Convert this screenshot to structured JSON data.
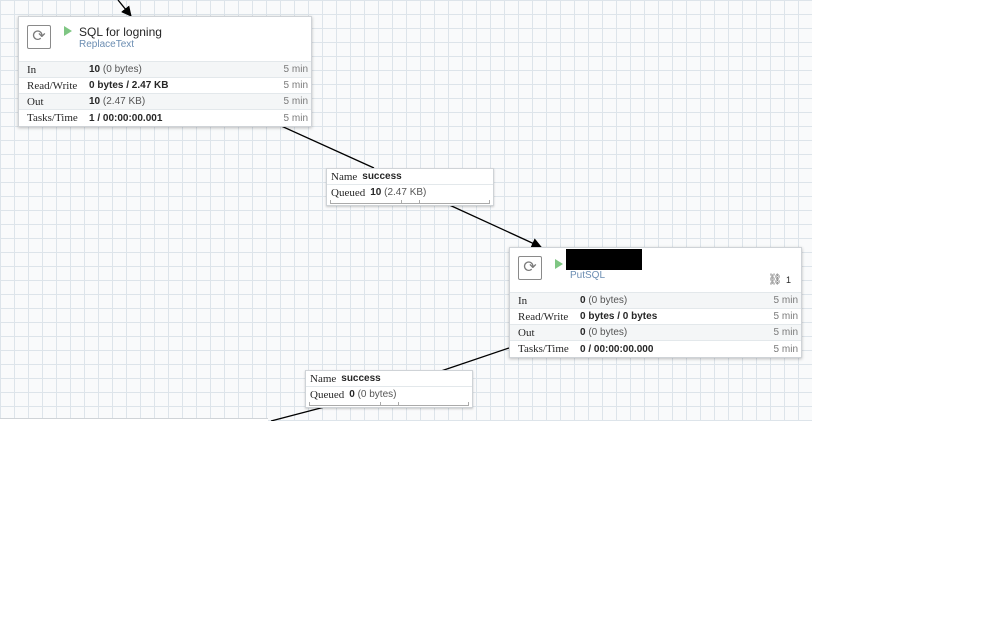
{
  "processors": {
    "replace": {
      "name": "SQL for logning",
      "type": "ReplaceText",
      "rows": [
        {
          "label": "In",
          "value": "10",
          "detail": "(0 bytes)",
          "time": "5 min"
        },
        {
          "label": "Read/Write",
          "value": "0 bytes / 2.47 KB",
          "detail": "",
          "time": "5 min"
        },
        {
          "label": "Out",
          "value": "10",
          "detail": "(2.47 KB)",
          "time": "5 min"
        },
        {
          "label": "Tasks/Time",
          "value": "1 / 00:00:00.001",
          "detail": "",
          "time": "5 min"
        }
      ]
    },
    "putsql": {
      "name": "",
      "type": "PutSQL",
      "bulletin_count": "1",
      "rows": [
        {
          "label": "In",
          "value": "0",
          "detail": "(0 bytes)",
          "time": "5 min"
        },
        {
          "label": "Read/Write",
          "value": "0 bytes / 0 bytes",
          "detail": "",
          "time": "5 min"
        },
        {
          "label": "Out",
          "value": "0",
          "detail": "(0 bytes)",
          "time": "5 min"
        },
        {
          "label": "Tasks/Time",
          "value": "0 / 00:00:00.000",
          "detail": "",
          "time": "5 min"
        }
      ]
    }
  },
  "connections": {
    "c1": {
      "name_label": "Name",
      "name": "success",
      "queued_label": "Queued",
      "queued": "10",
      "queued_detail": "(2.47 KB)"
    },
    "c2": {
      "name_label": "Name",
      "name": "success",
      "queued_label": "Queued",
      "queued": "0",
      "queued_detail": "(0 bytes)"
    }
  },
  "colors": {
    "run": "#7fc683",
    "type": "#6b8db2",
    "link": "#000000"
  },
  "icons": {
    "processor": "processor-icon",
    "run": "run-icon",
    "bulletin": "bulletin-icon"
  }
}
